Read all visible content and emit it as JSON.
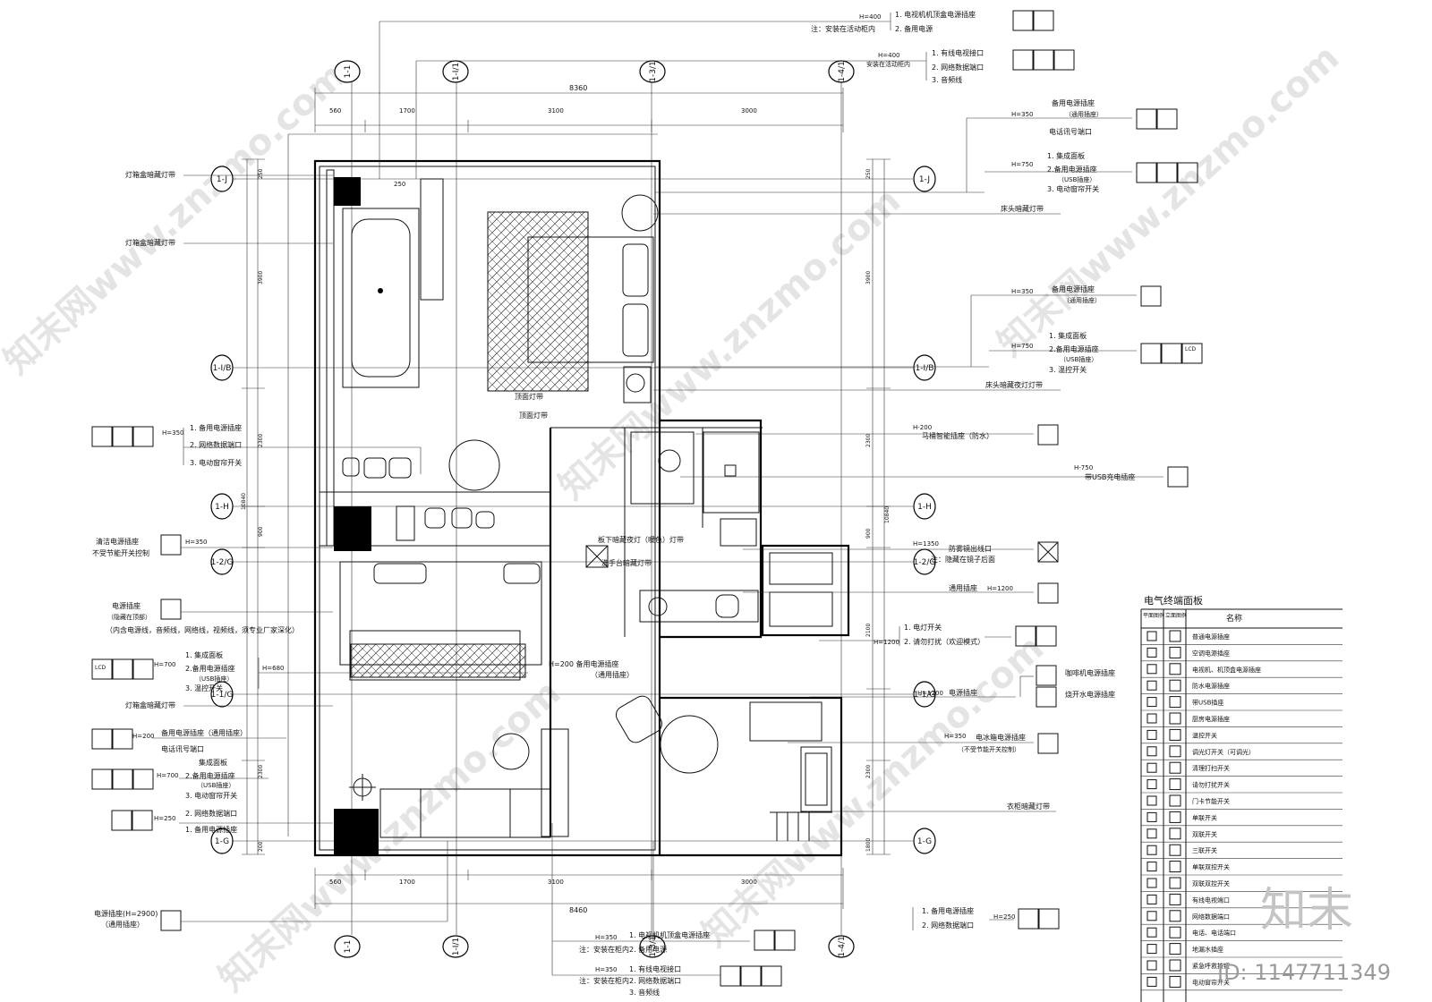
{
  "section_markers": {
    "top": [
      "1-1",
      "1-I/1",
      "1-3/1",
      "1-4/1"
    ],
    "bottom": [
      "1-1",
      "1-I/1",
      "1-3/1",
      "1-4/1"
    ],
    "left": [
      "1-J",
      "1-I/B",
      "1-H",
      "1-2/G",
      "1-1/G",
      "1-G"
    ],
    "right": [
      "1-J",
      "1-I/B",
      "1-H",
      "1-2/G",
      "1-1/G",
      "1-G"
    ]
  },
  "dimensions": {
    "top_total": "8360",
    "top_parts": [
      "560",
      "1700",
      "3100",
      "3000"
    ],
    "bottom_total": "8460",
    "bottom_parts": [
      "560",
      "1700",
      "3100",
      "3000"
    ],
    "left_total": "10840",
    "left_parts": [
      "250",
      "3900",
      "2300",
      "900",
      "2300",
      "200"
    ],
    "right_total": "10840",
    "right_parts": [
      "250",
      "3900",
      "2300",
      "900",
      "2100",
      "2300",
      "1800"
    ]
  },
  "callouts": {
    "top_right_1": {
      "h": "H=400",
      "lines": [
        "1. 电视机机顶盒电源插座",
        "2. 备用电源"
      ],
      "note": "注：安装在活动柜内"
    },
    "top_right_2": {
      "h": "H=400",
      "note": "安装在活动柜内",
      "lines": [
        "1. 有线电视接口",
        "2. 网络数据端口",
        "3. 音频线"
      ]
    },
    "right_1": {
      "h": "H=350",
      "lines": [
        "备用电源插座",
        "（通用插座）",
        "电话讯号端口"
      ]
    },
    "right_2": {
      "h": "H=750",
      "lines": [
        "1. 集成面板",
        "2.备用电源插座",
        "（USB插座）",
        "3. 电动窗帘开关"
      ]
    },
    "right_3": {
      "h": "H=350",
      "lines": [
        "备用电源插座",
        "（通用插座）"
      ]
    },
    "right_4": {
      "h": "H=750",
      "lines": [
        "1. 集成面板",
        "2.备用电源插座",
        "（USB插座）",
        "3. 温控开关"
      ]
    },
    "right_5": {
      "h": "H-200",
      "lines": [
        "马桶智能插座（防水）"
      ]
    },
    "right_6": {
      "h": "H-750",
      "lines": [
        "带USB充电插座"
      ]
    },
    "right_7": {
      "h": "H=1350",
      "lines": [
        "防雾镜出线口",
        "注：隐藏在镜子后面"
      ]
    },
    "right_8": {
      "h": "H=1200",
      "lines": [
        "通用插座"
      ]
    },
    "right_9": {
      "h": "H=1200",
      "lines": [
        "1. 电灯开关",
        "2. 请勿打扰（欢迎模式）"
      ]
    },
    "right_10": {
      "h": "H=1200",
      "lines": [
        "电源插座",
        "咖啡机电源插座",
        "烧开水电源插座"
      ]
    },
    "right_11": {
      "h": "H=350",
      "lines": [
        "电冰箱电源插座",
        "（不受节能开关控制）"
      ]
    },
    "right_12": {
      "h": "H=250",
      "lines": [
        "1. 备用电源插座",
        "2. 网络数据端口"
      ]
    },
    "bottom_1": {
      "h": "H=350",
      "lines": [
        "1. 电视机机顶盒电源插座",
        "注：安装在柜内",
        "2. 备用电源"
      ]
    },
    "bottom_2": {
      "h": "H=350",
      "lines": [
        "1. 有线电视接口",
        "2. 网络数据端口",
        "3. 音频线"
      ],
      "note": "注：安装在柜内"
    },
    "left_1": {
      "h": "H=350",
      "lines": [
        "1. 备用电源插座",
        "2. 网络数据端口",
        "3. 电动窗帘开关"
      ]
    },
    "left_2": {
      "h": "H=350",
      "lines": [
        "清洁电源插座",
        "不受节能开关控制"
      ]
    },
    "left_3": {
      "lines": [
        "电源插座",
        "（隐藏在顶部）",
        "（内含电源线，音频线，网络线，视频线，须专业厂家深化）"
      ]
    },
    "left_4": {
      "h": "H=700",
      "h2": "H=680",
      "lines": [
        "1.    集成面板",
        "2.备用电源插座",
        "（USB插座）",
        "3.    温控开关"
      ]
    },
    "left_5": {
      "h": "H=200",
      "lines": [
        "备用电源插座（通用插座）",
        "电话讯号端口"
      ]
    },
    "left_6": {
      "h": "H=700",
      "lines": [
        "集成面板",
        "2.备用电源插座",
        "（USB插座）",
        "3. 电动窗帘开关"
      ]
    },
    "left_7": {
      "h": "H=250",
      "lines": [
        "2. 网络数据端口",
        "1. 备用电源插座"
      ]
    },
    "left_8": {
      "lines": [
        "电源插座(H=2900)",
        "（通用插座）"
      ]
    }
  },
  "plan_labels": {
    "lightbox_1": "灯箱盒暗藏灯带",
    "lightbox_2": "灯箱盒暗藏灯带",
    "lightbox_3": "灯箱盒暗藏灯带",
    "headboard_1": "床头暗藏灯带",
    "headboard_2": "床头暗藏夜灯灯带",
    "ceiling_1": "顶面灯带",
    "ceiling_2": "顶面灯带",
    "underboard": "板下暗藏夜灯（暖色）灯带",
    "washbasin": "洗手台暗藏灯带",
    "wardrobe": "衣柜暗藏灯带",
    "backup_socket": "H=200 备用电源插座",
    "backup_socket2": "（通用插座）",
    "dim_250": "250"
  },
  "legend": {
    "title": "电气终端面板",
    "col1": "平面图例",
    "col2": "立面图例",
    "col3": "名称",
    "rows": [
      "普通电源插座",
      "空调电源插座",
      "电视机、机顶盒电源插座",
      "防水电源插座",
      "带USB插座",
      "厨房电源插座",
      "温控开关",
      "调光灯开关（可调光）",
      "清理打扫开关",
      "请勿打扰开关",
      "门卡节能开关",
      "单联开关",
      "双联开关",
      "三联开关",
      "单联双控开关",
      "双联双控开关",
      "有线电视端口",
      "网络数据端口",
      "电话、电话端口",
      "地漏水插座",
      "紧急呼救按钮",
      "电动窗帘开关"
    ]
  },
  "panel_labels": {
    "one": "1",
    "two": "2",
    "three": "3",
    "lcd": "LCD"
  },
  "watermarks": [
    "知末网www.znzmo.com"
  ],
  "brand": "知末",
  "id_text": "ID: 1147711349"
}
